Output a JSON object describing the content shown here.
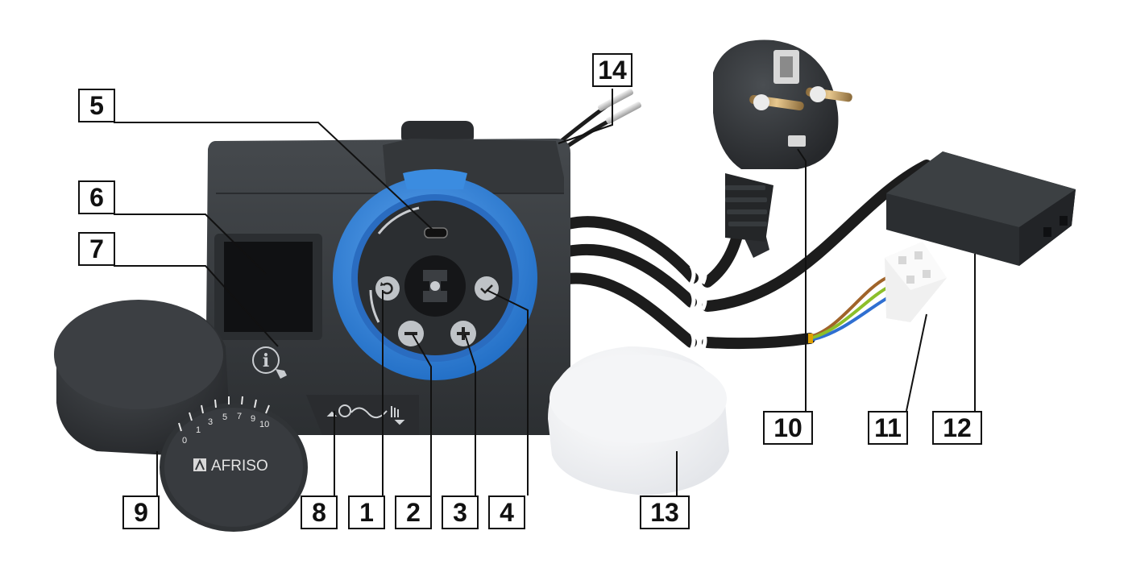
{
  "callouts": [
    {
      "id": "1",
      "label": "1"
    },
    {
      "id": "2",
      "label": "2"
    },
    {
      "id": "3",
      "label": "3"
    },
    {
      "id": "4",
      "label": "4"
    },
    {
      "id": "5",
      "label": "5"
    },
    {
      "id": "6",
      "label": "6"
    },
    {
      "id": "7",
      "label": "7"
    },
    {
      "id": "8",
      "label": "8"
    },
    {
      "id": "9",
      "label": "9"
    },
    {
      "id": "10",
      "label": "10"
    },
    {
      "id": "11",
      "label": "11"
    },
    {
      "id": "12",
      "label": "12"
    },
    {
      "id": "13",
      "label": "13"
    },
    {
      "id": "14",
      "label": "14"
    }
  ],
  "device": {
    "brand_logo": "AFRISO",
    "dial_scale": [
      "0",
      "1",
      "3",
      "5",
      "7",
      "9",
      "10"
    ]
  },
  "icons": {
    "info": "info-touch-icon",
    "mode": "auto-manual-mode-icon",
    "back": "back-icon",
    "minus": "minus-icon",
    "plus": "plus-icon",
    "confirm": "confirm-icon",
    "usb": "usb-port-icon"
  },
  "colors": {
    "housing": "#3a3d40",
    "ring_blue": "#2f7fd6",
    "cable": "#1c1c1c",
    "box_border": "#111111"
  }
}
